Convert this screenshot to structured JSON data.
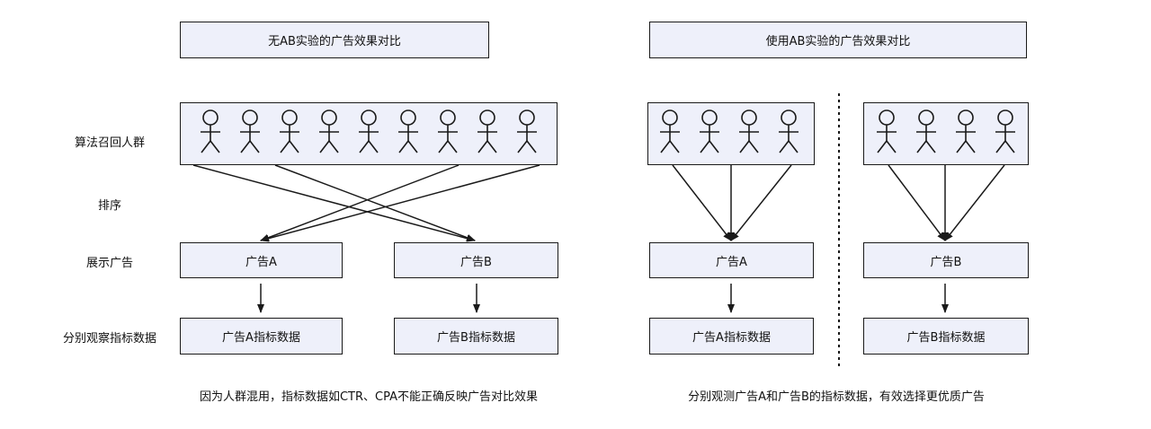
{
  "titles": {
    "left": "无AB实验的广告效果对比",
    "right": "使用AB实验的广告效果对比"
  },
  "row_labels": {
    "recall": "算法召回人群",
    "sort": "排序",
    "show": "展示广告",
    "observe": "分别观察指标数据"
  },
  "boxes": {
    "left_ad_a": "广告A",
    "left_ad_b": "广告B",
    "left_metric_a": "广告A指标数据",
    "left_metric_b": "广告B指标数据",
    "right_ad_a": "广告A",
    "right_ad_b": "广告B",
    "right_metric_a": "广告A指标数据",
    "right_metric_b": "广告B指标数据"
  },
  "captions": {
    "left": "因为人群混用，指标数据如CTR、CPA不能正确反映广告对比效果",
    "right": "分别观测广告A和广告B的指标数据，有效选择更优质广告"
  },
  "icons": {
    "person": "person-icon"
  },
  "colors": {
    "box_fill": "#eef0fa",
    "stroke": "#1a1a1a"
  }
}
